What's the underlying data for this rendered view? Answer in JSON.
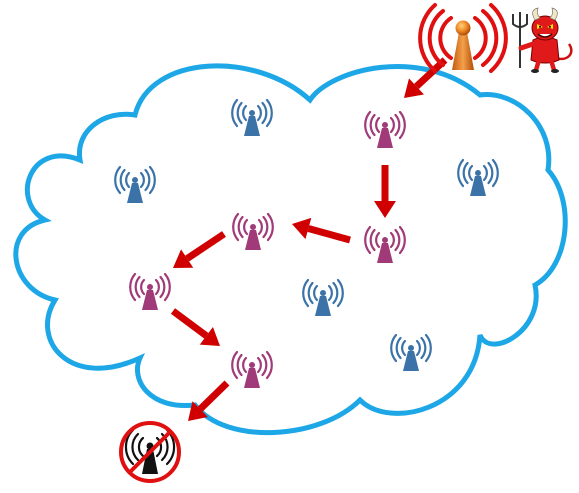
{
  "diagram": {
    "kind": "wireless-mesh-attack-propagation",
    "colors": {
      "cloud_stroke": "#1ea7e6",
      "normal_node": "#3b73a8",
      "compromised_node": "#a03a78",
      "attacker_tower_red": "#e01010",
      "attacker_tower_body": "#e0781e",
      "arrow": "#d00000",
      "victim_node": "#111111",
      "forbidden_sign": "#e01010"
    },
    "nodes": [
      {
        "id": "normal-1",
        "status": "normal",
        "icon": "wireless-tower-icon"
      },
      {
        "id": "normal-2",
        "status": "normal",
        "icon": "wireless-tower-icon"
      },
      {
        "id": "normal-3",
        "status": "normal",
        "icon": "wireless-tower-icon"
      },
      {
        "id": "normal-4",
        "status": "normal",
        "icon": "wireless-tower-icon"
      },
      {
        "id": "normal-5",
        "status": "normal",
        "icon": "wireless-tower-icon"
      },
      {
        "id": "compromised-1",
        "status": "compromised",
        "icon": "wireless-tower-icon"
      },
      {
        "id": "compromised-2",
        "status": "compromised",
        "icon": "wireless-tower-icon"
      },
      {
        "id": "compromised-3",
        "status": "compromised",
        "icon": "wireless-tower-icon"
      },
      {
        "id": "compromised-4",
        "status": "compromised",
        "icon": "wireless-tower-icon"
      },
      {
        "id": "compromised-5",
        "status": "compromised",
        "icon": "wireless-tower-icon"
      }
    ],
    "attacker": {
      "icons": [
        "attacker-tower-icon",
        "devil-icon"
      ]
    },
    "victim": {
      "icons": [
        "victim-tower-icon",
        "no-signal-icon"
      ]
    },
    "attack_path": [
      "attacker",
      "compromised-1",
      "compromised-2",
      "compromised-3",
      "compromised-4",
      "compromised-5",
      "victim"
    ]
  }
}
